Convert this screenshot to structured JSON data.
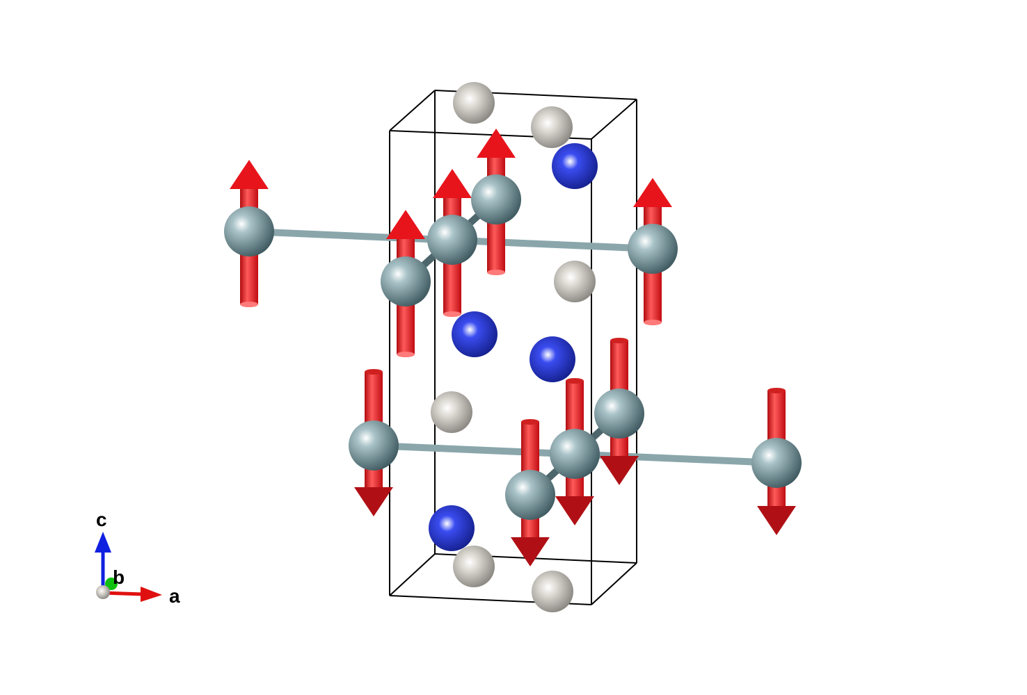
{
  "axes": {
    "a_label": "a",
    "b_label": "b",
    "c_label": "c"
  },
  "colors": {
    "magnetic_ion": "#7f9ca3",
    "white_atom": "#c8c4be",
    "blue_atom": "#2233cc",
    "moment_arrow": "#e8141c",
    "cell_edge": "#000000",
    "axis_a": "#e01010",
    "axis_b": "#10c010",
    "axis_c": "#1020e0"
  },
  "structure": {
    "spin_up_count": 5,
    "spin_down_count": 5
  }
}
